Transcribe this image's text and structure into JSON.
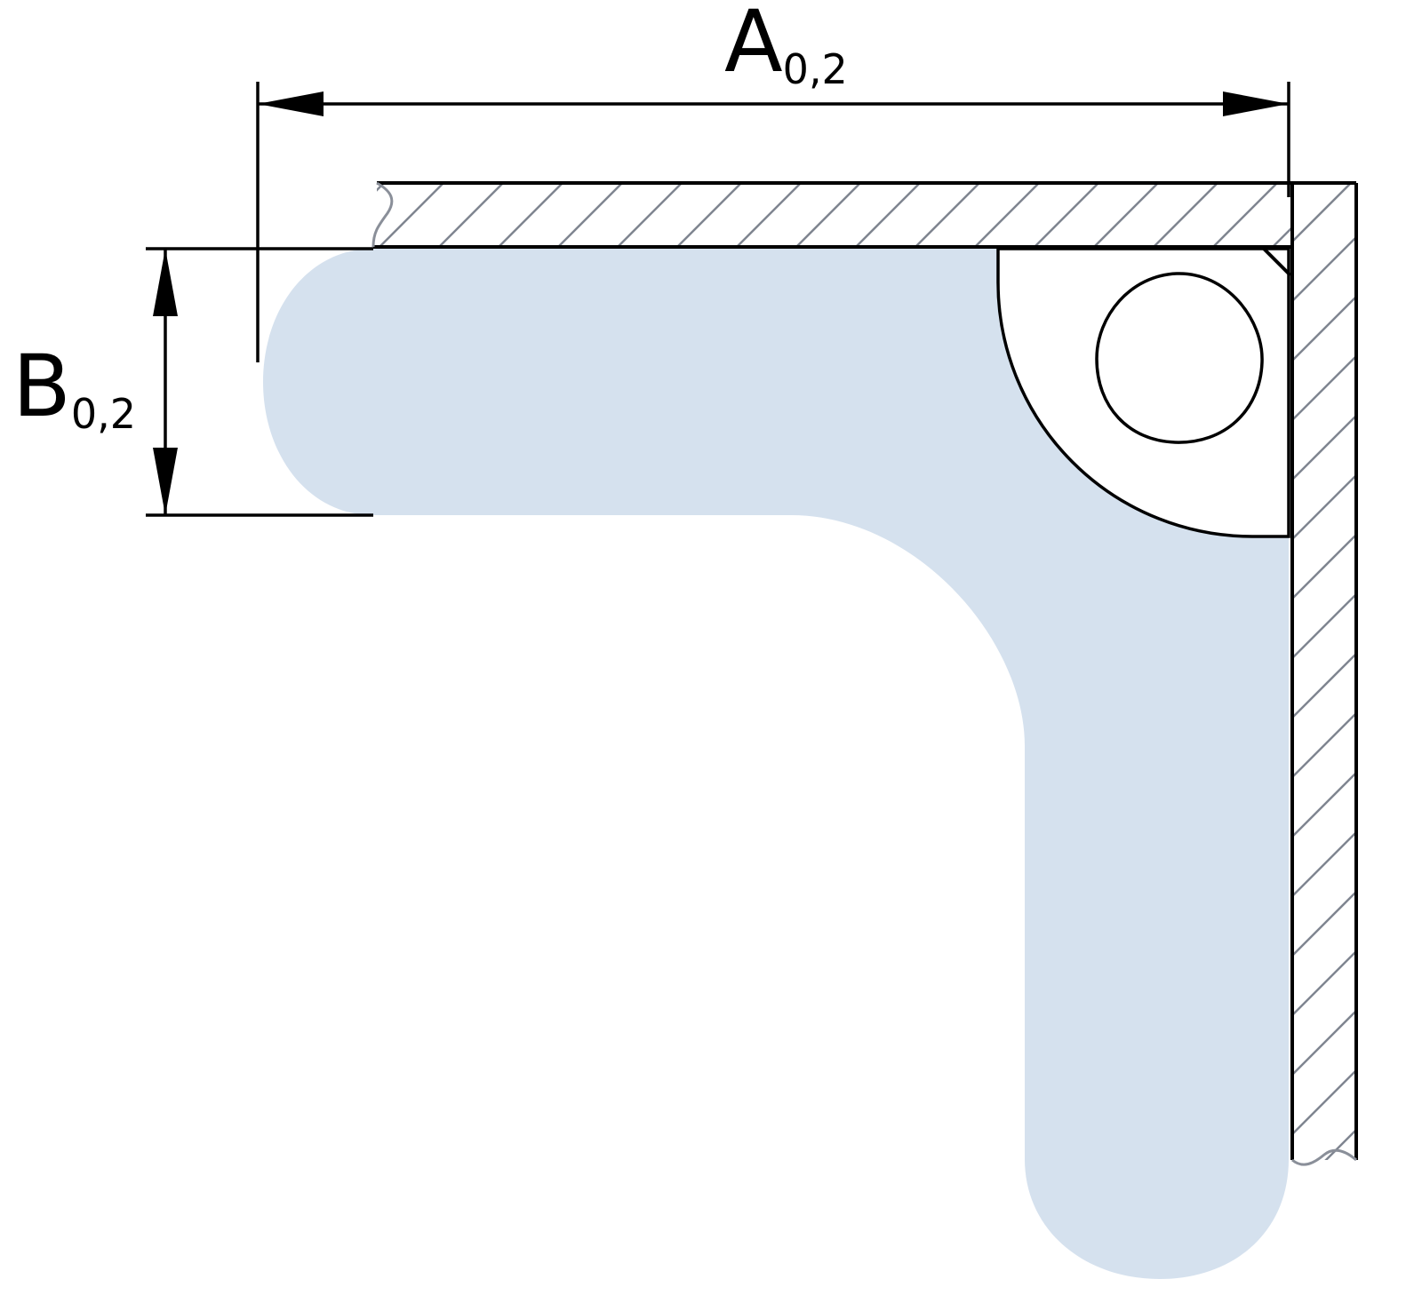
{
  "dimensions": {
    "a": {
      "letter": "A",
      "subscript": "0,2"
    },
    "b": {
      "letter": "B",
      "subscript": "0,2"
    }
  },
  "colors": {
    "seal_fill": "#d5e1ee",
    "outline": "#000000",
    "hatch": "#7f8590",
    "break_line": "#8a8f99",
    "background": "#ffffff"
  }
}
